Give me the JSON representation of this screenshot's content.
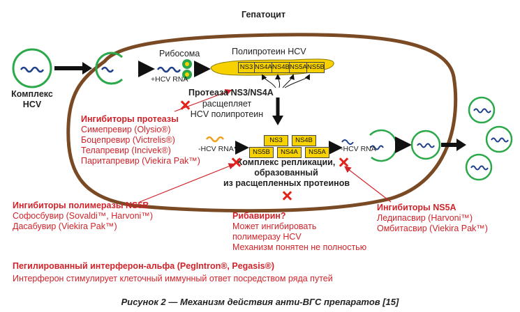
{
  "hepatocyte_title": "Гепатоцит",
  "hcv_complex": [
    "Комплекс",
    "HCV"
  ],
  "ribosome": "Рибосома",
  "polyprotein": "Полипротеин HCV",
  "plus_rna": "+HCV RNA",
  "minus_rna_left": "-HCV RNA",
  "minus_rna_right": "-HCV RNA",
  "top_boxes": [
    "NS3",
    "NS4A",
    "NS4B",
    "NS5A",
    "NS5B"
  ],
  "replication_boxes_top": [
    "NS3",
    "NS4B"
  ],
  "replication_boxes_bottom": [
    "NS5B",
    "NS4A",
    "NS5A"
  ],
  "protease_label": "Протеаза NS3/NS4A",
  "protease_desc": [
    "расщепляет",
    "HCV полипротеин"
  ],
  "replication_complex": [
    "Комплекс репликации,",
    "образованный",
    "из расщепленных протеинов"
  ],
  "protease_inhibitors": {
    "title": "Ингибиторы протеазы",
    "items": [
      "Симепревир (Olysio®)",
      "Боцепревир (Victrelis®)",
      "Телапревир (Incivek®)",
      "Паритапревир (Viekira Pak™)"
    ]
  },
  "ns5b_inhibitors": {
    "title": "Ингибиторы полимеразы NS5B",
    "items": [
      "Софосбувир (Sovaldi™, Harvoni™)",
      "Дасабувир (Viekira Pak™)"
    ]
  },
  "ribavirin": {
    "title": "Рибавирин?",
    "items": [
      "Может ингибировать",
      "полимеразу HCV",
      "Механизм понятен не полностью"
    ]
  },
  "ns5a_inhibitors": {
    "title": "Ингибиторы NS5A",
    "items": [
      "Ледипасвир (Harvoni™)",
      "Омбитасвир (Viekira Pak™)"
    ]
  },
  "interferon": {
    "title": "Пегилированный интерферон-альфа (PegIntron®, Pegasis®)",
    "desc": "Интерферон стимулирует клеточный иммунный ответ посредством ряда путей"
  },
  "caption": "Рисунок 2 — Механизм действия анти-ВГС препаратов [15]",
  "colors": {
    "cell_membrane": "#7a4a24",
    "virus_ring": "#2aa84a",
    "rna_blue": "#1d3f8a",
    "rna_orange": "#f0a020",
    "protein_yellow": "#f7d100",
    "inhibitor_red": "#d1232a"
  }
}
